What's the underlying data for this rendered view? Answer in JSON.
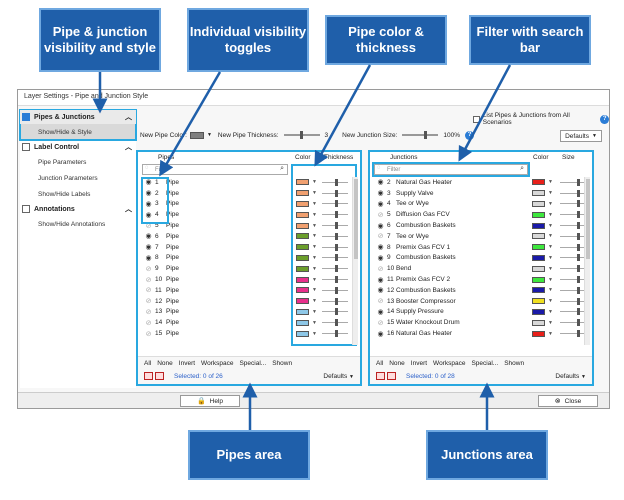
{
  "callouts": {
    "style": "Pipe & junction visibility and style",
    "toggles": "Individual visibility toggles",
    "color": "Pipe color & thickness",
    "filter": "Filter with search bar",
    "pipes_area": "Pipes area",
    "junctions_area": "Junctions area"
  },
  "dialog": {
    "title": "Layer Settings - Pipe and Junction Style",
    "list_all_label": "List Pipes & Junctions from All Scenarios",
    "new_pipe_color_label": "New Pipe Color:",
    "new_pipe_color": "#808080",
    "new_pipe_thickness_label": "New Pipe Thickness:",
    "new_pipe_thickness_value": "3",
    "new_junction_size_label": "New Junction Size:",
    "new_junction_size_value": "100%",
    "defaults_label": "Defaults"
  },
  "sidebar": {
    "sections": [
      {
        "label": "Pipes & Junctions",
        "items": [
          "Show/Hide & Style"
        ]
      },
      {
        "label": "Label Control",
        "items": [
          "Pipe Parameters",
          "Junction Parameters",
          "Show/Hide Labels"
        ]
      },
      {
        "label": "Annotations",
        "items": [
          "Show/Hide Annotations"
        ]
      }
    ]
  },
  "pipes": {
    "col_name": "Pipes",
    "col_color": "Color",
    "col_thickness": "Thickness",
    "filter_placeholder": "Filter",
    "rows": [
      {
        "num": "1",
        "label": "Pipe",
        "visible": true,
        "color": "#f0a070",
        "thick": 0.55
      },
      {
        "num": "2",
        "label": "Pipe",
        "visible": true,
        "color": "#f0a070",
        "thick": 0.55
      },
      {
        "num": "3",
        "label": "Pipe",
        "visible": true,
        "color": "#f0a070",
        "thick": 0.55
      },
      {
        "num": "4",
        "label": "Pipe",
        "visible": true,
        "color": "#f0a070",
        "thick": 0.55
      },
      {
        "num": "5",
        "label": "Pipe",
        "visible": false,
        "color": "#f0a070",
        "thick": 0.55
      },
      {
        "num": "6",
        "label": "Pipe",
        "visible": true,
        "color": "#6b9e2b",
        "thick": 0.55
      },
      {
        "num": "7",
        "label": "Pipe",
        "visible": true,
        "color": "#6b9e2b",
        "thick": 0.55
      },
      {
        "num": "8",
        "label": "Pipe",
        "visible": true,
        "color": "#6b9e2b",
        "thick": 0.55
      },
      {
        "num": "9",
        "label": "Pipe",
        "visible": false,
        "color": "#6b9e2b",
        "thick": 0.55
      },
      {
        "num": "10",
        "label": "Pipe",
        "visible": false,
        "color": "#e8308c",
        "thick": 0.55
      },
      {
        "num": "11",
        "label": "Pipe",
        "visible": false,
        "color": "#e8308c",
        "thick": 0.55
      },
      {
        "num": "12",
        "label": "Pipe",
        "visible": false,
        "color": "#e8308c",
        "thick": 0.55
      },
      {
        "num": "13",
        "label": "Pipe",
        "visible": false,
        "color": "#8ec8e8",
        "thick": 0.55
      },
      {
        "num": "14",
        "label": "Pipe",
        "visible": false,
        "color": "#8ec8e8",
        "thick": 0.55
      },
      {
        "num": "15",
        "label": "Pipe",
        "visible": false,
        "color": "#8ec8e8",
        "thick": 0.55
      }
    ],
    "foot_links": [
      "All",
      "None",
      "Invert",
      "Workspace",
      "Special...",
      "Shown"
    ],
    "selected": "Selected: 0 of 26",
    "defaults": "Defaults"
  },
  "junctions": {
    "col_name": "Junctions",
    "col_color": "Color",
    "col_size": "Size",
    "filter_placeholder": "Filter",
    "rows": [
      {
        "num": "2",
        "label": "Natural Gas Heater",
        "visible": true,
        "color": "#e8201a",
        "size": 0.7
      },
      {
        "num": "3",
        "label": "Supply Valve",
        "visible": true,
        "color": "#d8d8d8",
        "size": 0.7
      },
      {
        "num": "4",
        "label": "Tee or Wye",
        "visible": true,
        "color": "#d8d8d8",
        "size": 0.7
      },
      {
        "num": "5",
        "label": "Diffusion Gas FCV",
        "visible": false,
        "color": "#3ee83e",
        "size": 0.7
      },
      {
        "num": "6",
        "label": "Combustion Baskets",
        "visible": true,
        "color": "#1a1aa8",
        "size": 0.7
      },
      {
        "num": "7",
        "label": "Tee or Wye",
        "visible": false,
        "color": "#d8d8d8",
        "size": 0.7
      },
      {
        "num": "8",
        "label": "Premix Gas FCV 1",
        "visible": true,
        "color": "#3ee83e",
        "size": 0.7
      },
      {
        "num": "9",
        "label": "Combustion Baskets",
        "visible": true,
        "color": "#1a1aa8",
        "size": 0.7
      },
      {
        "num": "10",
        "label": "Bend",
        "visible": false,
        "color": "#d8d8d8",
        "size": 0.7
      },
      {
        "num": "11",
        "label": "Premix Gas FCV 2",
        "visible": true,
        "color": "#3ee83e",
        "size": 0.7
      },
      {
        "num": "12",
        "label": "Combustion Baskets",
        "visible": true,
        "color": "#1a1aa8",
        "size": 0.7
      },
      {
        "num": "13",
        "label": "Booster Compressor",
        "visible": false,
        "color": "#f0e020",
        "size": 0.7
      },
      {
        "num": "14",
        "label": "Supply Pressure",
        "visible": true,
        "color": "#1a1aa8",
        "size": 0.7
      },
      {
        "num": "15",
        "label": "Water Knockout Drum",
        "visible": false,
        "color": "#d8d8d8",
        "size": 0.7
      },
      {
        "num": "16",
        "label": "Natural Gas Heater",
        "visible": true,
        "color": "#e8201a",
        "size": 0.7
      }
    ],
    "foot_links": [
      "All",
      "None",
      "Invert",
      "Workspace",
      "Special...",
      "Shown"
    ],
    "selected": "Selected: 0 of 28",
    "defaults": "Defaults"
  },
  "buttons": {
    "help": "Help",
    "close": "Close"
  },
  "colors": {
    "callout_bg": "#1f5faa",
    "highlight": "#29a8e0"
  }
}
